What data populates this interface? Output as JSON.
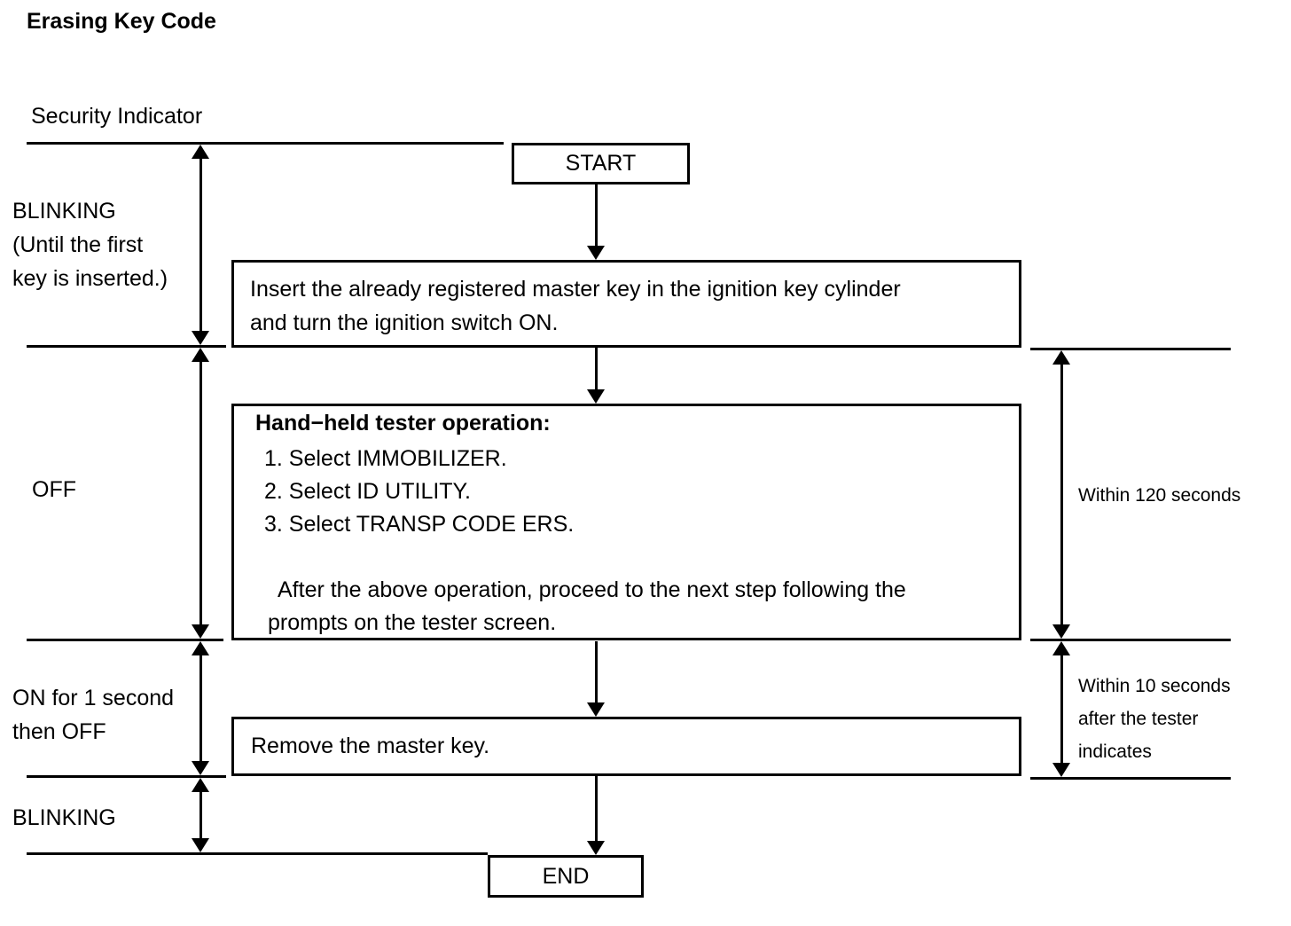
{
  "title": "Erasing Key Code",
  "colors": {
    "ink": "#000000",
    "background": "#ffffff"
  },
  "timeline": {
    "label": "Security Indicator",
    "states": [
      {
        "name": "blinking-initial",
        "lines": [
          "BLINKING",
          "(Until the first",
          "key is inserted.)"
        ]
      },
      {
        "name": "off",
        "lines": [
          "OFF"
        ]
      },
      {
        "name": "on-then-off",
        "lines": [
          "ON for 1 second",
          "then OFF"
        ]
      },
      {
        "name": "blinking-final",
        "lines": [
          "BLINKING"
        ]
      }
    ]
  },
  "flow": {
    "start_label": "START",
    "end_label": "END",
    "step1": {
      "lines": [
        "Insert the already registered master key in the ignition key cylinder",
        "and turn the ignition switch ON."
      ]
    },
    "step2": {
      "heading": "Hand−held tester operation:",
      "items": [
        "1. Select IMMOBILIZER.",
        "2. Select ID UTILITY.",
        "3. Select TRANSP CODE ERS."
      ],
      "note_lines": [
        "After the above operation, proceed to the next step following the",
        "prompts on the tester screen."
      ]
    },
    "step3": {
      "lines": [
        "Remove the master key."
      ]
    }
  },
  "durations": [
    {
      "lines": [
        "Within 120 seconds"
      ]
    },
    {
      "lines": [
        "Within 10 seconds",
        "after the tester",
        "indicates"
      ]
    }
  ]
}
